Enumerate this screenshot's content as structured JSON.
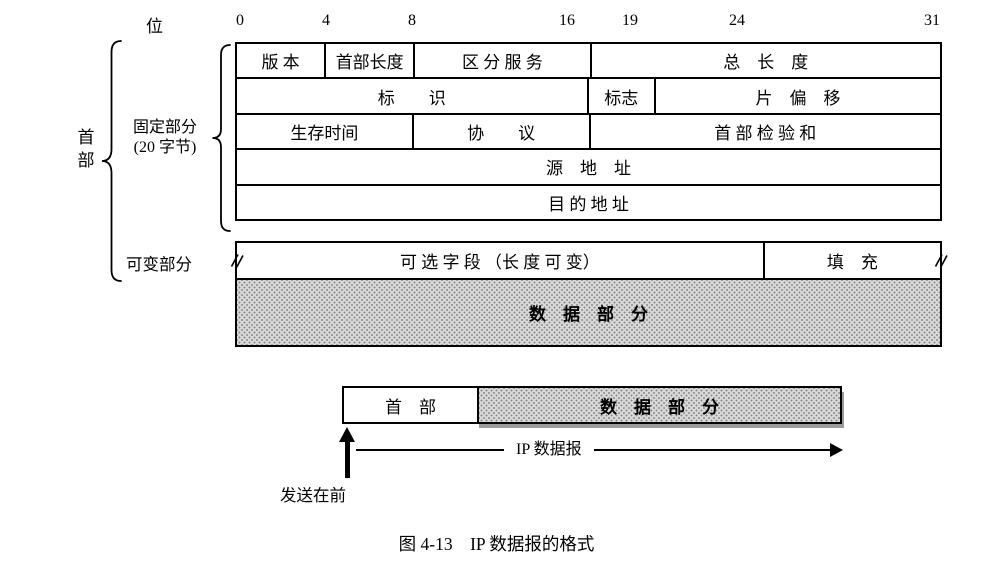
{
  "axis": {
    "unit": "位",
    "ticks": [
      "0",
      "4",
      "8",
      "16",
      "19",
      "24",
      "31"
    ]
  },
  "left": {
    "header_vertical": "首部",
    "fixed_line1": "固定部分",
    "fixed_line2": "(20 字节)",
    "variable_label": "可变部分"
  },
  "fields": {
    "version": "版 本",
    "header_length": "首部长度",
    "dsfield": "区 分 服 务",
    "total_length": "总　长　度",
    "identification": "标　　识",
    "flags": "标志",
    "fragment_offset": "片　偏　移",
    "ttl": "生存时间",
    "protocol": "协　　议",
    "checksum": "首 部 检 验 和",
    "source": "源　地　址",
    "destination": "目 的 地 址",
    "options": "可 选 字 段 （长 度 可 变）",
    "padding": "填　充",
    "data": "数　据　部　分"
  },
  "bottom": {
    "header": "首　部",
    "data": "数　据　部　分",
    "datagram": "IP 数据报",
    "sent_first": "发送在前"
  },
  "caption": "图 4-13　IP 数据报的格式"
}
